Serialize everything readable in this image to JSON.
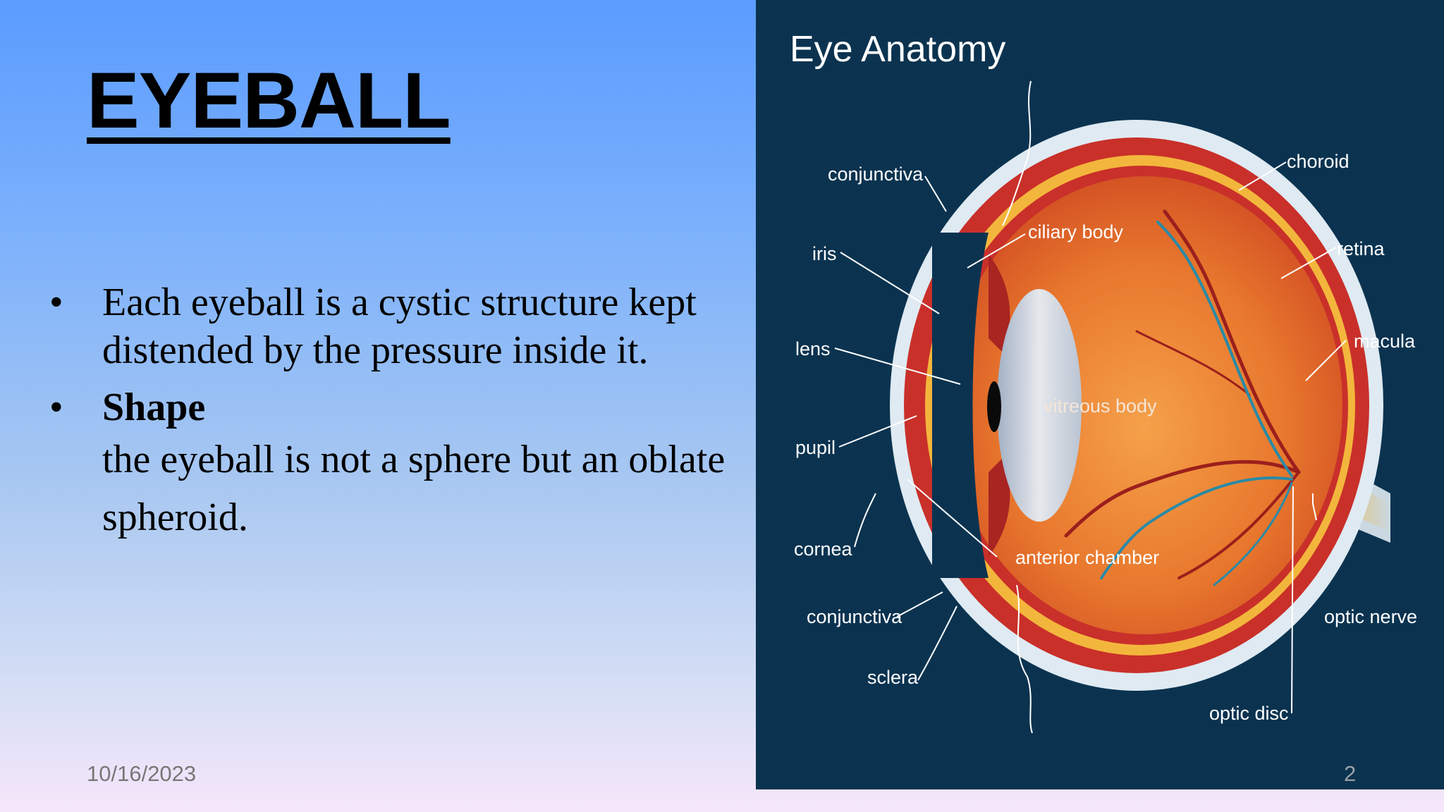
{
  "slide": {
    "title": "EYEBALL",
    "bullets": [
      {
        "marker": "•",
        "text": "Each eyeball is a cystic structure kept distended by the pressure inside it."
      },
      {
        "marker": "•",
        "heading": "Shape",
        "text": "the eyeball is not a sphere but an oblate spheroid."
      }
    ],
    "date": "10/16/2023",
    "page_number": "2"
  },
  "diagram": {
    "title": "Eye Anatomy",
    "labels": {
      "conjunctiva_top": "conjunctiva",
      "iris": "iris",
      "lens": "lens",
      "pupil": "pupil",
      "cornea": "cornea",
      "conjunctiva_bottom": "conjunctiva",
      "sclera": "sclera",
      "ciliary_body": "ciliary body",
      "vitreous_body": "vitreous body",
      "anterior_chamber": "anterior chamber",
      "choroid": "choroid",
      "retina": "retina",
      "macula": "macula",
      "optic_nerve": "optic nerve",
      "optic_disc": "optic disc"
    },
    "colors": {
      "background": "#0b3350",
      "sclera": "#dfeaf2",
      "choroid": "#c9302a",
      "retina": "#f3b63c",
      "vitreous": "#e8772d",
      "iris": "#2b79b8",
      "lens": "#c9d6e6",
      "vessel_red": "#9b1f1c",
      "vessel_blue": "#2a8aa6"
    }
  }
}
